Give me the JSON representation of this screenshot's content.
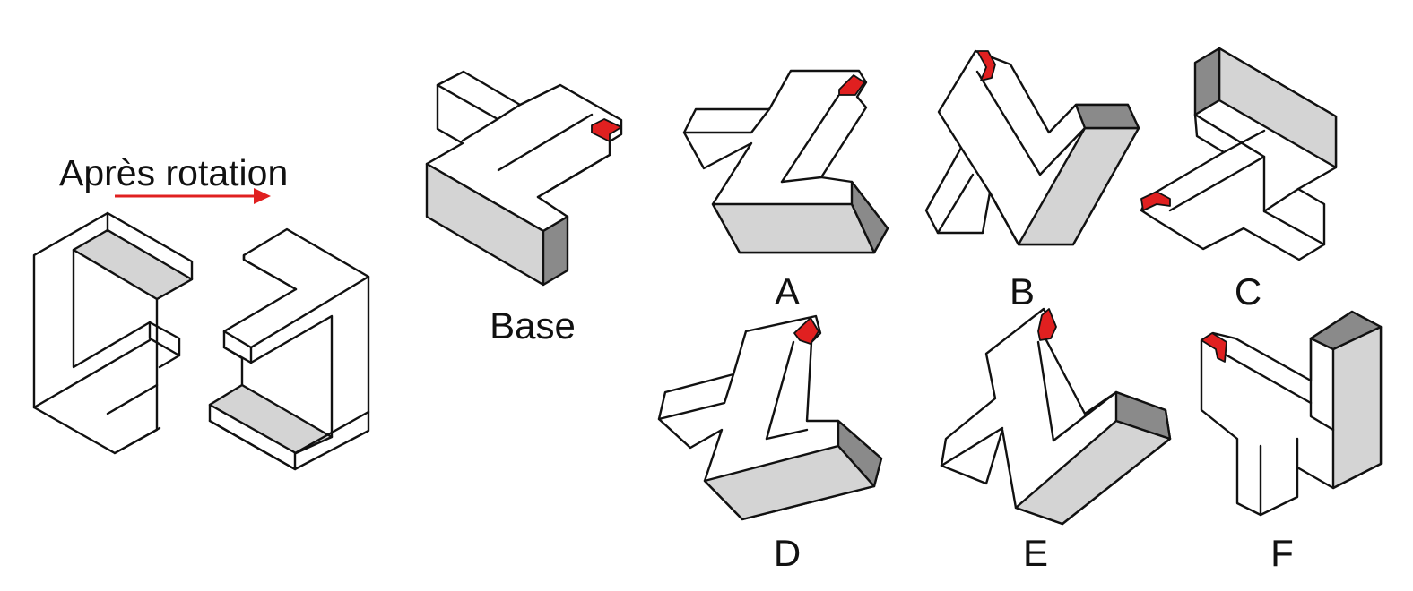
{
  "intro": {
    "caption": "Après rotation",
    "arrow_color": "#e02020"
  },
  "base_label": "Base",
  "options": [
    {
      "label": "A"
    },
    {
      "label": "B"
    },
    {
      "label": "C"
    },
    {
      "label": "D"
    },
    {
      "label": "E"
    },
    {
      "label": "F"
    }
  ],
  "colors": {
    "outline": "#111111",
    "face_light": "#d4d4d4",
    "face_dark": "#8a8a8a",
    "marker": "#e02020"
  }
}
